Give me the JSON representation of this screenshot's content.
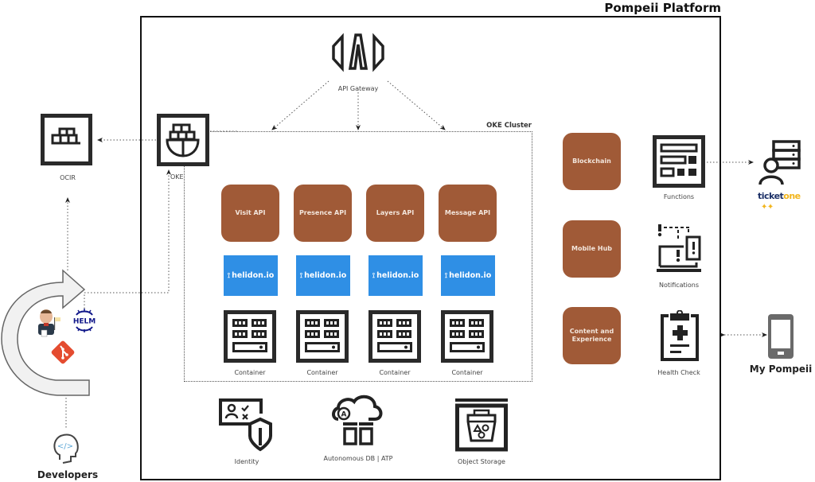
{
  "title": "Pompeii Platform",
  "cluster_title": "OKE Cluster",
  "api_gateway": {
    "label": "API Gateway",
    "icon": "api-gateway-icon"
  },
  "oke": {
    "label": "OKE",
    "icon": "oke-icon"
  },
  "ocir": {
    "label": "OCIR",
    "icon": "registry-icon"
  },
  "apis": [
    {
      "label": "Visit API",
      "runtime": "helidon.io",
      "container": "Container"
    },
    {
      "label": "Presence API",
      "runtime": "helidon.io",
      "container": "Container"
    },
    {
      "label": "Layers API",
      "runtime": "helidon.io",
      "container": "Container"
    },
    {
      "label": "Message API",
      "runtime": "helidon.io",
      "container": "Container"
    }
  ],
  "services": [
    {
      "label": "Blockchain"
    },
    {
      "label": "Mobile Hub"
    },
    {
      "label": "Content and Experience"
    }
  ],
  "tools": [
    {
      "label": "Functions",
      "icon": "functions-icon"
    },
    {
      "label": "Notifications",
      "icon": "notifications-icon"
    },
    {
      "label": "Health Check",
      "icon": "health-check-icon"
    }
  ],
  "storage": [
    {
      "label": "Identity",
      "icon": "identity-icon"
    },
    {
      "label": "Autonomous DB | ATP",
      "icon": "autonomous-db-icon"
    },
    {
      "label": "Object Storage",
      "icon": "object-storage-icon"
    }
  ],
  "external": {
    "ticketone": {
      "part1": "ticket",
      "part2": "one",
      "color1": "#1b2f66",
      "color2": "#f2b51c"
    },
    "my_pompeii": "My Pompeii",
    "developers": "Developers"
  },
  "cicd": {
    "helm": "HELM",
    "tools": [
      "jenkins-icon",
      "helm-icon",
      "git-icon"
    ]
  },
  "colors": {
    "service": "#a05a37",
    "helidon": "#2f8fe5",
    "border": "#111111"
  }
}
